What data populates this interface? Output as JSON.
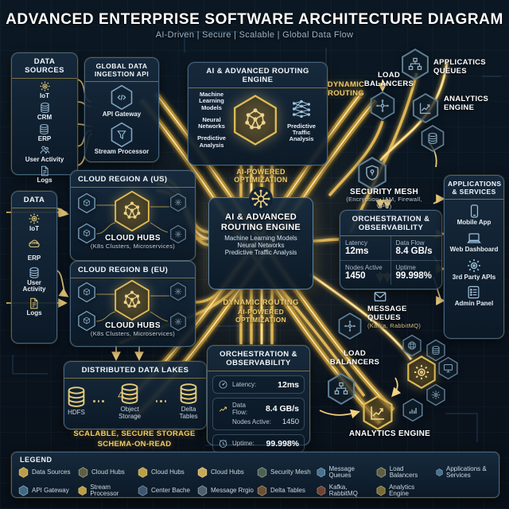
{
  "colors": {
    "gold_accent": "#e9c158",
    "gold_glow": "#ffe9a8",
    "panel_border": "#46647e",
    "background": "#0a1520"
  },
  "header": {
    "title": "ADVANCED ENTERPRISE SOFTWARE ARCHITECTURE DIAGRAM",
    "subtitle": "AI-Driven | Secure | Scalable | Global Data Flow"
  },
  "data_sources": {
    "title": "DATA SOURCES",
    "items": [
      {
        "label": "IoT"
      },
      {
        "label": "CRM"
      },
      {
        "label": "ERP"
      },
      {
        "label": "User Activity"
      },
      {
        "label": "Logs"
      }
    ]
  },
  "ingestion": {
    "title": "GLOBAL DATA INGESTION API",
    "items": [
      {
        "label": "API Gateway"
      },
      {
        "label": "Stream Processor"
      }
    ]
  },
  "ai_engine_top": {
    "title": "AI & ADVANCED ROUTING ENGINE",
    "left_items": [
      "Machine Learning Models",
      "Neural Networks",
      "Predictive Analysis"
    ],
    "right_label": "Predictive Traffic Analysis"
  },
  "labels": {
    "dynamic_routing_top": "DYNAMIC ROUTING",
    "load_balancers_top": "LOAD BALANCERS",
    "app_queues": "APPLICATICS QUEUES",
    "analytics_engine_top": "ANALYTICS ENGINE",
    "ai_powered_top": "AI-POWERED OPTIMIZATION",
    "dynamic_routing_mid": "DYNAMIC ROUTING",
    "ai_powered_mid": "AI-POWERED OPTIMIZATION",
    "load_balancers_bottom": "LOAD BALANCERS",
    "analytics_engine_bottom": "ANALYTICS ENGINE"
  },
  "cloud_region_a": {
    "title": "CLOUD REGION A (US)",
    "hub": "CLOUD HUBS",
    "sub": "(K8s Clusters, Microservices)"
  },
  "cloud_region_b": {
    "title": "CLOUD REGION B (EU)",
    "hub": "CLOUD HUBS",
    "sub": "(K8s Clusters, Microservices)"
  },
  "data_panel": {
    "title": "DATA",
    "items": [
      {
        "label": "IoT"
      },
      {
        "label": "ERP",
        "icon_label": "CRM"
      },
      {
        "label": "User Activity"
      },
      {
        "label": "Logs"
      }
    ]
  },
  "center_engine": {
    "title": "AI & ADVANCED ROUTING ENGINE",
    "lines": [
      "Machine Learning Models",
      "Neural Networks",
      "Predictive Traffic Analysis"
    ]
  },
  "security_mesh": {
    "title": "SECURITY MESH",
    "sub": "(Encryption, IAM, Firewall, VPC)"
  },
  "orchestration_right": {
    "title": "ORCHESTRATION & OBSERVABILITY",
    "metrics": [
      {
        "label": "Latency",
        "value": "12ms"
      },
      {
        "label": "Data Flow",
        "value": "8.4 GB/s"
      },
      {
        "label": "Nodes Active",
        "value": "1450"
      },
      {
        "label": "Uptime",
        "value": "99.998%"
      }
    ]
  },
  "apps_services": {
    "title": "APPLICATIONS & SERVICES",
    "items": [
      {
        "label": "Mobile App"
      },
      {
        "label": "Web Dashboard"
      },
      {
        "label": "3rd Party APIs"
      },
      {
        "label": "Admin Panel"
      }
    ]
  },
  "message_queues": {
    "title": "MESSAGE QUEUES",
    "sub": "(Kafka, RabbitMQ)"
  },
  "data_lakes": {
    "title": "DISTRIBUTED DATA LAKES",
    "items": [
      "HDFS",
      "Object Storage",
      "Delta Tables"
    ],
    "footer1": "SCALABLE, SECURE STORAGE",
    "footer2": "SCHEMA-ON-READ"
  },
  "orchestration_bottom": {
    "title": "ORCHESTRATION & OBSERVABILITY",
    "rows": [
      {
        "label": "Latency:",
        "value": "12ms"
      },
      {
        "label": "Data Flow:",
        "value": "8.4 GB/s"
      },
      {
        "label": "Nodes Active:",
        "value": "1450"
      },
      {
        "label": "Uptime:",
        "value": "99.998%"
      }
    ]
  },
  "legend": {
    "title": "LEGEND",
    "row1": [
      {
        "label": "Data Sources",
        "color": "#d9b44a"
      },
      {
        "label": "Cloud Hubs",
        "color": "#6e6a45"
      },
      {
        "label": "Cloud Hubs",
        "color": "#d9b44a"
      },
      {
        "label": "Cloud Hubs",
        "color": "#e4c263"
      },
      {
        "label": "Security Mesh",
        "color": "#5c6a5c"
      },
      {
        "label": "Message Queues",
        "color": "#53809f"
      },
      {
        "label": "Load Balancers",
        "color": "#6e6a45"
      },
      {
        "label": "Applications & Services",
        "color": "#53809f"
      }
    ],
    "row2": [
      {
        "label": "API Gateway",
        "color": "#4a768f"
      },
      {
        "label": "Stream Processor",
        "color": "#d9b44a"
      },
      {
        "label": "Center Bache",
        "color": "#48607a"
      },
      {
        "label": "Message Rrgio",
        "color": "#5d6b78"
      },
      {
        "label": "Delta Tables",
        "color": "#7a5b3a"
      },
      {
        "label": "Kafka, RabbitMQ",
        "color": "#7c4b38"
      },
      {
        "label": "Analytics Engine",
        "color": "#8b7a3c"
      }
    ]
  }
}
